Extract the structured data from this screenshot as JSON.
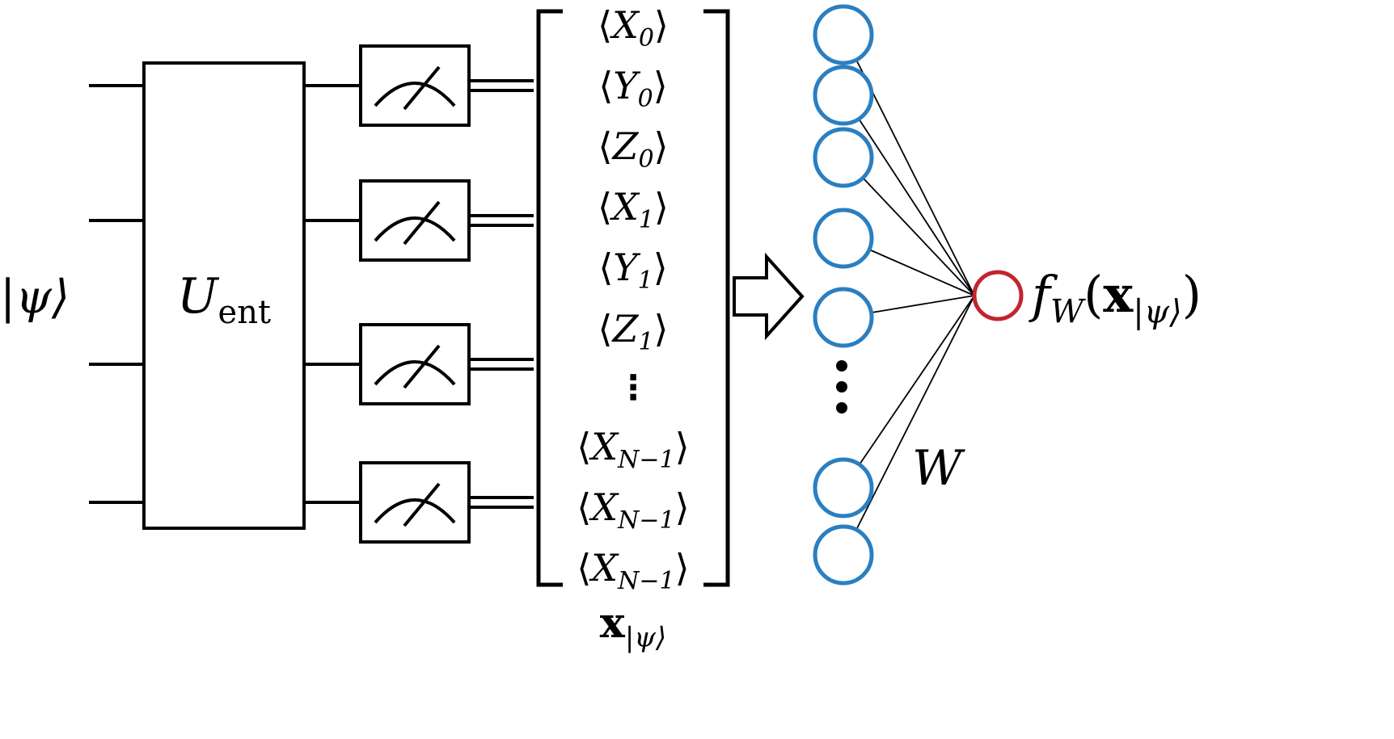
{
  "figure": {
    "description_label": "quantum measurement feature vector fed to single-layer network",
    "state_label": "|ψ⟩",
    "unitary": {
      "base": "U",
      "sub": "ent"
    },
    "measurement_count": 4,
    "icons": {
      "meter": "measurement-gauge-icon",
      "arrow": "right-block-arrow-icon",
      "network_ellipsis": "vertical-ellipsis-icon"
    },
    "vector": {
      "entries": [
        {
          "open": "⟨",
          "var": "X",
          "sub": "0",
          "close": "⟩"
        },
        {
          "open": "⟨",
          "var": "Y",
          "sub": "0",
          "close": "⟩"
        },
        {
          "open": "⟨",
          "var": "Z",
          "sub": "0",
          "close": "⟩"
        },
        {
          "open": "⟨",
          "var": "X",
          "sub": "1",
          "close": "⟩"
        },
        {
          "open": "⟨",
          "var": "Y",
          "sub": "1",
          "close": "⟩"
        },
        {
          "open": "⟨",
          "var": "Z",
          "sub": "1",
          "close": "⟩"
        },
        {
          "dots": "⋮"
        },
        {
          "open": "⟨",
          "var": "X",
          "sub": "N−1",
          "close": "⟩"
        },
        {
          "open": "⟨",
          "var": "X",
          "sub": "N−1",
          "close": "⟩"
        },
        {
          "open": "⟨",
          "var": "X",
          "sub": "N−1",
          "close": "⟩"
        }
      ],
      "label": {
        "base": "x",
        "sub": "|ψ⟩"
      }
    },
    "network": {
      "visible_input_nodes": 7,
      "output_nodes": 1,
      "weights_label": "W",
      "output_label": {
        "f": "f",
        "f_sub": "W",
        "paren_open": "(",
        "x": "x",
        "x_sub": "|ψ⟩",
        "paren_close": ")"
      }
    }
  },
  "colors": {
    "node_blue": "#2a7fc1",
    "node_red": "#c2242f",
    "line_black": "#000000"
  }
}
